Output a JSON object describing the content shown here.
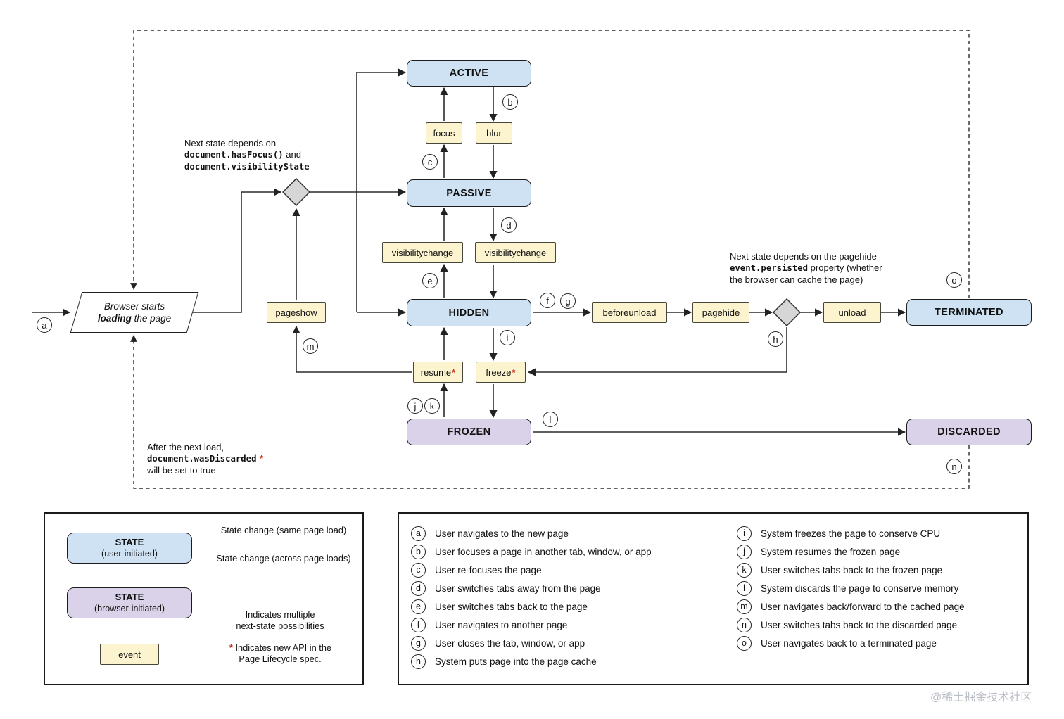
{
  "colors": {
    "state_user_initiated": "#cfe2f3",
    "state_browser_initiated": "#d9d2e9",
    "event_fill": "#fcf3cf",
    "line": "#222222",
    "new_api_star": "#cc2a1d",
    "watermark": "#b9bdc4"
  },
  "diagram": {
    "start": {
      "line1": "Browser starts",
      "line2_bold": "loading",
      "line2_rest": " the page"
    },
    "states": {
      "active": "ACTIVE",
      "passive": "PASSIVE",
      "hidden": "HIDDEN",
      "frozen": "FROZEN",
      "terminated": "TERMINATED",
      "discarded": "DISCARDED"
    },
    "events": {
      "focus": "focus",
      "blur": "blur",
      "visibilitychange_up": "visibilitychange",
      "visibilitychange_down": "visibilitychange",
      "pageshow": "pageshow",
      "resume": "resume",
      "freeze": "freeze",
      "beforeunload": "beforeunload",
      "pagehide": "pagehide",
      "unload": "unload"
    },
    "new_api_marker": "*",
    "markers": {
      "a": "a",
      "b": "b",
      "c": "c",
      "d": "d",
      "e": "e",
      "f": "f",
      "g": "g",
      "h": "h",
      "i": "i",
      "j": "j",
      "k": "k",
      "l": "l",
      "m": "m",
      "n": "n",
      "o": "o"
    },
    "notes": {
      "load": {
        "line1": "Next state depends on",
        "code1": "document.hasFocus()",
        "line2_rest": " and",
        "code2": "document.visibilityState"
      },
      "pagehide": {
        "line1": "Next state depends on the pagehide",
        "code": "event.persisted",
        "line2_rest": " property (whether",
        "line3": "the browser can cache the page)"
      },
      "discarded": {
        "line1": "After the next load,",
        "code": "document.wasDiscarded",
        "star": "*",
        "line3": "will be set to true"
      }
    }
  },
  "legend": {
    "state_user": {
      "title": "STATE",
      "subtitle": "(user-initiated)"
    },
    "state_browser": {
      "title": "STATE",
      "subtitle": "(browser-initiated)"
    },
    "event_label": "event",
    "arrow_solid_label": "State change (same page load)",
    "arrow_dashed_label": "State change (across page loads)",
    "diamond_caption_line1": "Indicates multiple",
    "diamond_caption_line2": "next-state possibilities",
    "star": "*",
    "star_caption_line1": "Indicates new API in the",
    "star_caption_line2": "Page Lifecycle spec."
  },
  "key": {
    "left": [
      {
        "letter": "a",
        "text": "User navigates to the new page"
      },
      {
        "letter": "b",
        "text": "User focuses a page in another tab, window, or app"
      },
      {
        "letter": "c",
        "text": "User re-focuses the page"
      },
      {
        "letter": "d",
        "text": "User switches tabs away from the page"
      },
      {
        "letter": "e",
        "text": "User switches tabs back to the page"
      },
      {
        "letter": "f",
        "text": "User navigates to another page"
      },
      {
        "letter": "g",
        "text": "User closes the tab, window, or app"
      },
      {
        "letter": "h",
        "text": "System puts page into the page cache"
      }
    ],
    "right": [
      {
        "letter": "i",
        "text": "System freezes the page to conserve CPU"
      },
      {
        "letter": "j",
        "text": "System resumes the frozen page"
      },
      {
        "letter": "k",
        "text": "User switches tabs back to the frozen page"
      },
      {
        "letter": "l",
        "text": "System discards the page to conserve memory"
      },
      {
        "letter": "m",
        "text": "User navigates back/forward to the cached page"
      },
      {
        "letter": "n",
        "text": "User switches tabs back to the discarded page"
      },
      {
        "letter": "o",
        "text": "User navigates back to a terminated page"
      }
    ]
  },
  "watermark": "@稀土掘金技术社区"
}
